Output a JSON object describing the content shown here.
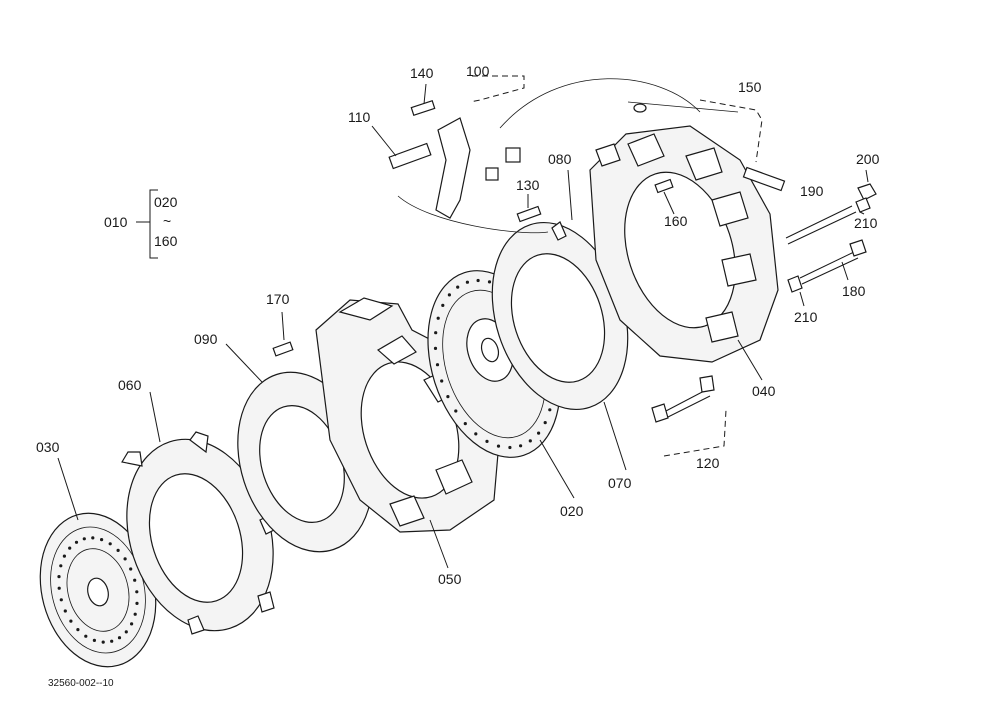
{
  "parts": {
    "p010": "010",
    "p020": "020",
    "p020b": "020",
    "p030": "030",
    "p040": "040",
    "p050": "050",
    "p060": "060",
    "p070": "070",
    "p080": "080",
    "p090": "090",
    "p100": "100",
    "p110": "110",
    "p120": "120",
    "p130": "130",
    "p140": "140",
    "p150": "150",
    "p160": "160",
    "p160b": "160",
    "p170": "170",
    "p180": "180",
    "p190": "190",
    "p200": "200",
    "p210a": "210",
    "p210b": "210"
  },
  "figure_code": "32560-002--10",
  "group_tilde": "~"
}
